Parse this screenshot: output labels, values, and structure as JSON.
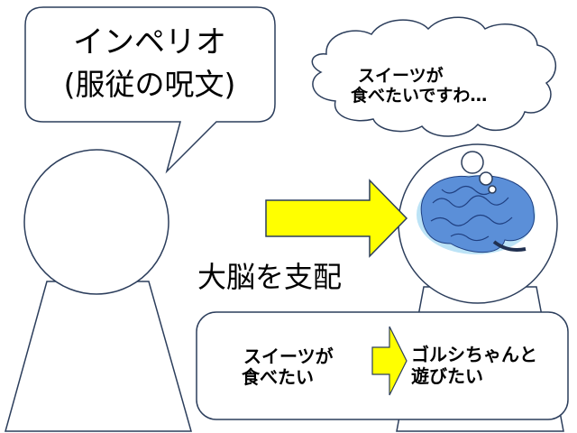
{
  "speech_bubble": {
    "line1": "インペリオ",
    "line2": "(服従の呪文)"
  },
  "thought_cloud": {
    "line1": "スイーツが",
    "line2": "食べたいですわ…"
  },
  "center_label": "大脳を支配",
  "change_box": {
    "before_line1": "スイーツが",
    "before_line2": "食べたい",
    "after_line1": "ゴルシちゃんと",
    "after_line2": "遊びたい"
  },
  "colors": {
    "arrow": "#ffff00",
    "outline": "#2c3e5c",
    "brain": "#5b8fd8"
  }
}
